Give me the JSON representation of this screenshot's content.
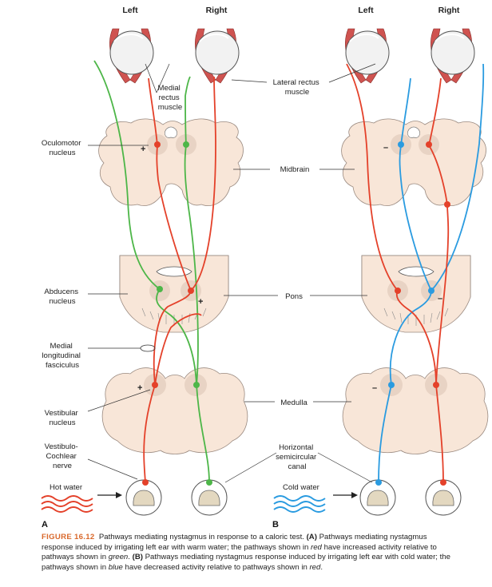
{
  "headers": {
    "left_a": "Left",
    "right_a": "Right",
    "left_b": "Left",
    "right_b": "Right"
  },
  "labels": {
    "medial_rectus": [
      "Medial",
      "rectus",
      "muscle"
    ],
    "lateral_rectus": [
      "Lateral rectus",
      "muscle"
    ],
    "oculomotor": [
      "Oculomotor",
      "nucleus"
    ],
    "midbrain": "Midbrain",
    "abducens": [
      "Abducens",
      "nucleus"
    ],
    "pons": "Pons",
    "mlf": [
      "Medial",
      "longitudinal",
      "fasciculus"
    ],
    "vestibular": [
      "Vestibular",
      "nucleus"
    ],
    "medulla": "Medulla",
    "nerve": [
      "Vestibulo-",
      "Cochlear",
      "nerve"
    ],
    "canal": [
      "Horizontal",
      "semicircular",
      "canal"
    ],
    "hot_water": "Hot water",
    "cold_water": "Cold water"
  },
  "signs": {
    "plus": "+",
    "minus": "–"
  },
  "panels": {
    "a": "A",
    "b": "B"
  },
  "caption": {
    "figure_label": "FIGURE 16.12",
    "intro": "Pathways mediating nystagmus in response to a caloric test.",
    "a_tag": "(A)",
    "a_text_1": "Pathways mediating nystagmus response induced by irrigating left ear with warm water; the pathways shown in",
    "a_red": "red",
    "a_text_2": "have increased activity relative to pathways shown in",
    "a_green": "green",
    "b_tag": "(B)",
    "b_text_1": "Pathways mediating nystagmus response induced by irrigating left ear with cold water; the pathways shown in",
    "b_blue": "blue",
    "b_text_2": "have decreased activity relative to pathways shown in",
    "b_red": "red"
  },
  "colors": {
    "increased": "#e4412a",
    "baseline": "#4db648",
    "decreased": "#2a9be0",
    "tissue": "#f8e6d8",
    "figure_label": "#d9682b"
  }
}
